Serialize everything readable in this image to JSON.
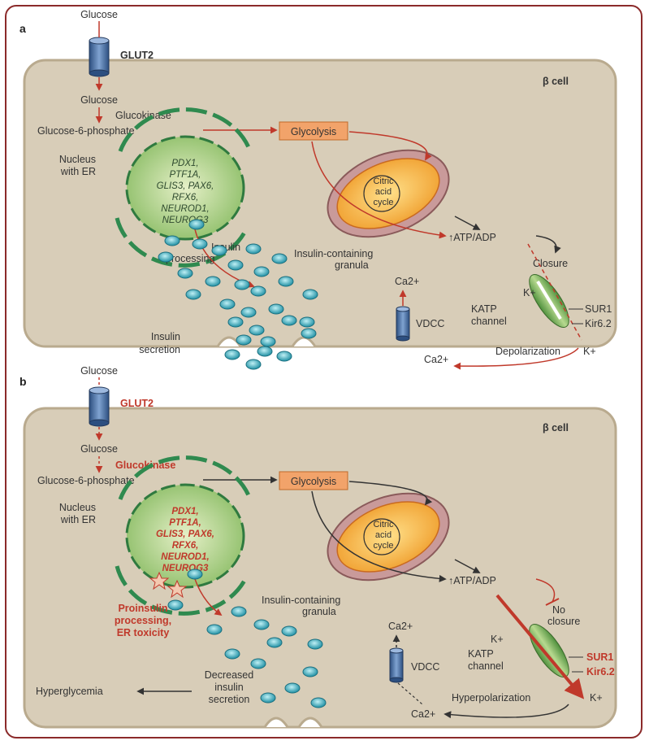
{
  "panel_a": {
    "letter": "a",
    "cell_label": "β cell",
    "glucose_outside": "Glucose",
    "transporter": "GLUT2",
    "glucose_inside": "Glucose",
    "enzyme": "Glucokinase",
    "g6p": "Glucose-6-phosphate",
    "glycolysis": "Glycolysis",
    "nucleus_label": [
      "Nucleus",
      "with ER"
    ],
    "genes": [
      "PDX1,",
      "PTF1A,",
      "GLIS3, PAX6,",
      "RFX6,",
      "NEUROD1,",
      "NEUROG3"
    ],
    "citric": [
      "Citric",
      "acid",
      "cycle"
    ],
    "atp": "↑ATP/ADP",
    "closure": "Closure",
    "processing": [
      "Insulin",
      "processing"
    ],
    "granula": [
      "Insulin-containing",
      "granula"
    ],
    "ca_in": "Ca2+",
    "vdcc": "VDCC",
    "k_in": "K+",
    "katp": [
      "KATP",
      "channel"
    ],
    "sur1": "SUR1",
    "kir": "Kir6.2",
    "secretion": [
      "Insulin",
      "secretion"
    ],
    "depolarization": "Depolarization",
    "ca_out": "Ca2+",
    "k_out": "K+"
  },
  "panel_b": {
    "letter": "b",
    "cell_label": "β cell",
    "glucose_outside": "Glucose",
    "transporter": "GLUT2",
    "glucose_inside": "Glucose",
    "enzyme": "Glucokinase",
    "g6p": "Glucose-6-phosphate",
    "glycolysis": "Glycolysis",
    "nucleus_label": [
      "Nucleus",
      "with ER"
    ],
    "genes": [
      "PDX1,",
      "PTF1A,",
      "GLIS3, PAX6,",
      "RFX6,",
      "NEUROD1,",
      "NEUROG3"
    ],
    "citric": [
      "Citric",
      "acid",
      "cycle"
    ],
    "atp": "↑ATP/ADP",
    "no_closure": [
      "No",
      "closure"
    ],
    "processing": [
      "Proinsulin",
      "processing,",
      "ER toxicity"
    ],
    "granula": [
      "Insulin-containing",
      "granula"
    ],
    "ca_in": "Ca2+",
    "vdcc": "VDCC",
    "k_in": "K+",
    "katp": [
      "KATP",
      "channel"
    ],
    "sur1": "SUR1",
    "kir": "Kir6.2",
    "secretion": [
      "Decreased",
      "insulin",
      "secretion"
    ],
    "hyperglycemia": "Hyperglycemia",
    "hyperpolarization": "Hyperpolarization",
    "ca_out": "Ca2+",
    "k_out": "K+"
  },
  "colors": {
    "frame": "#8b2a2a",
    "cell_fill": "#d8cdb8",
    "cell_stroke": "#b9aa8e",
    "red_arrow": "#c0392b",
    "granule": "#2aa6b8",
    "nucleus": "#4f9a4f",
    "glycolysis_box": "#f2a36a"
  }
}
